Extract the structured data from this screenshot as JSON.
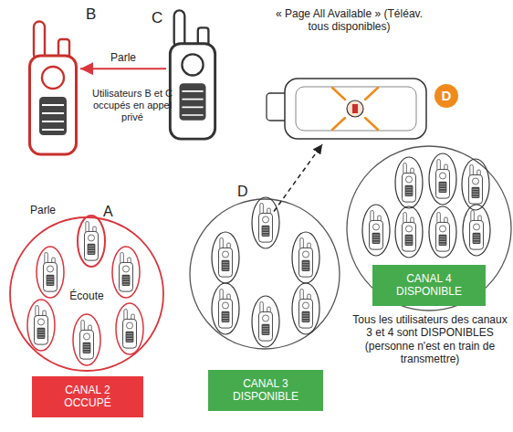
{
  "diagram": {
    "nodes": [
      {
        "text": [
          "B"
        ]
      },
      {
        "text": [
          "C"
        ]
      },
      {
        "text": [
          "« Page All Available » (Téléav. tous disponibles)"
        ]
      },
      {
        "text": [
          "D"
        ]
      },
      {
        "text": [
          "Écoute"
        ]
      },
      {
        "text": [
          "Parle",
          "A"
        ],
        "in": 4
      },
      {
        "text": [
          "CANAL 2 OCCUPÉ"
        ]
      },
      {
        "text": [
          "D"
        ]
      },
      {
        "text": [
          "CANAL 3 DISPONIBLE"
        ]
      },
      {
        "text": [
          "CANAL 4 DISPONIBLE"
        ]
      }
    ],
    "edges": [
      {
        "from": 1,
        "to": 0,
        "arrow": "to",
        "label": "Parle"
      },
      {
        "from": 7,
        "to": 2,
        "arrow": "to"
      }
    ],
    "labels": [
      "Utilisateurs B et C occupés en appel privé",
      "Tous les utilisateurs des canaux 3 et 4 sont DISPONIBLES (personne n'est en train de transmettre)"
    ]
  }
}
